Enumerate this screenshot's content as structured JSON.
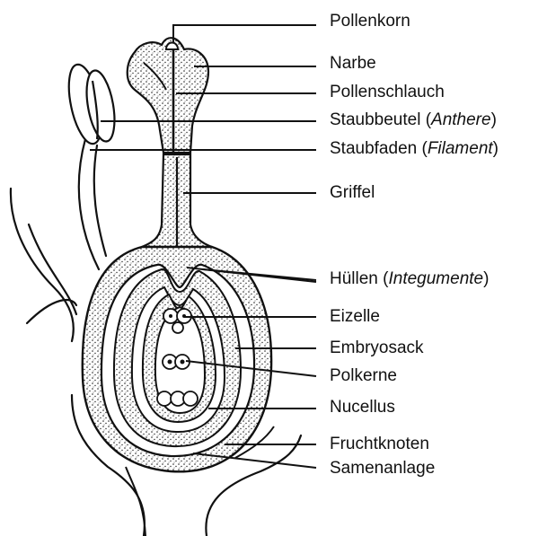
{
  "labels": {
    "pollenkorn": "Pollenkorn",
    "narbe": "Narbe",
    "pollenschlauch": "Pollenschlauch",
    "staubbeutel": {
      "pre": "Staubbeutel (",
      "it": "Anthere",
      "post": ")"
    },
    "staubfaden": {
      "pre": "Staubfaden (",
      "it": "Filament",
      "post": ")"
    },
    "griffel": "Griffel",
    "huellen": {
      "pre": "Hüllen (",
      "it": "Integumente",
      "post": ")"
    },
    "eizelle": "Eizelle",
    "embryosack": "Embryosack",
    "polkerne": "Polkerne",
    "nucellus": "Nucellus",
    "fruchtknoten": "Fruchtknoten",
    "samenanlage": "Samenanlage"
  },
  "colors": {
    "ink": "#111111",
    "background": "#ffffff"
  }
}
